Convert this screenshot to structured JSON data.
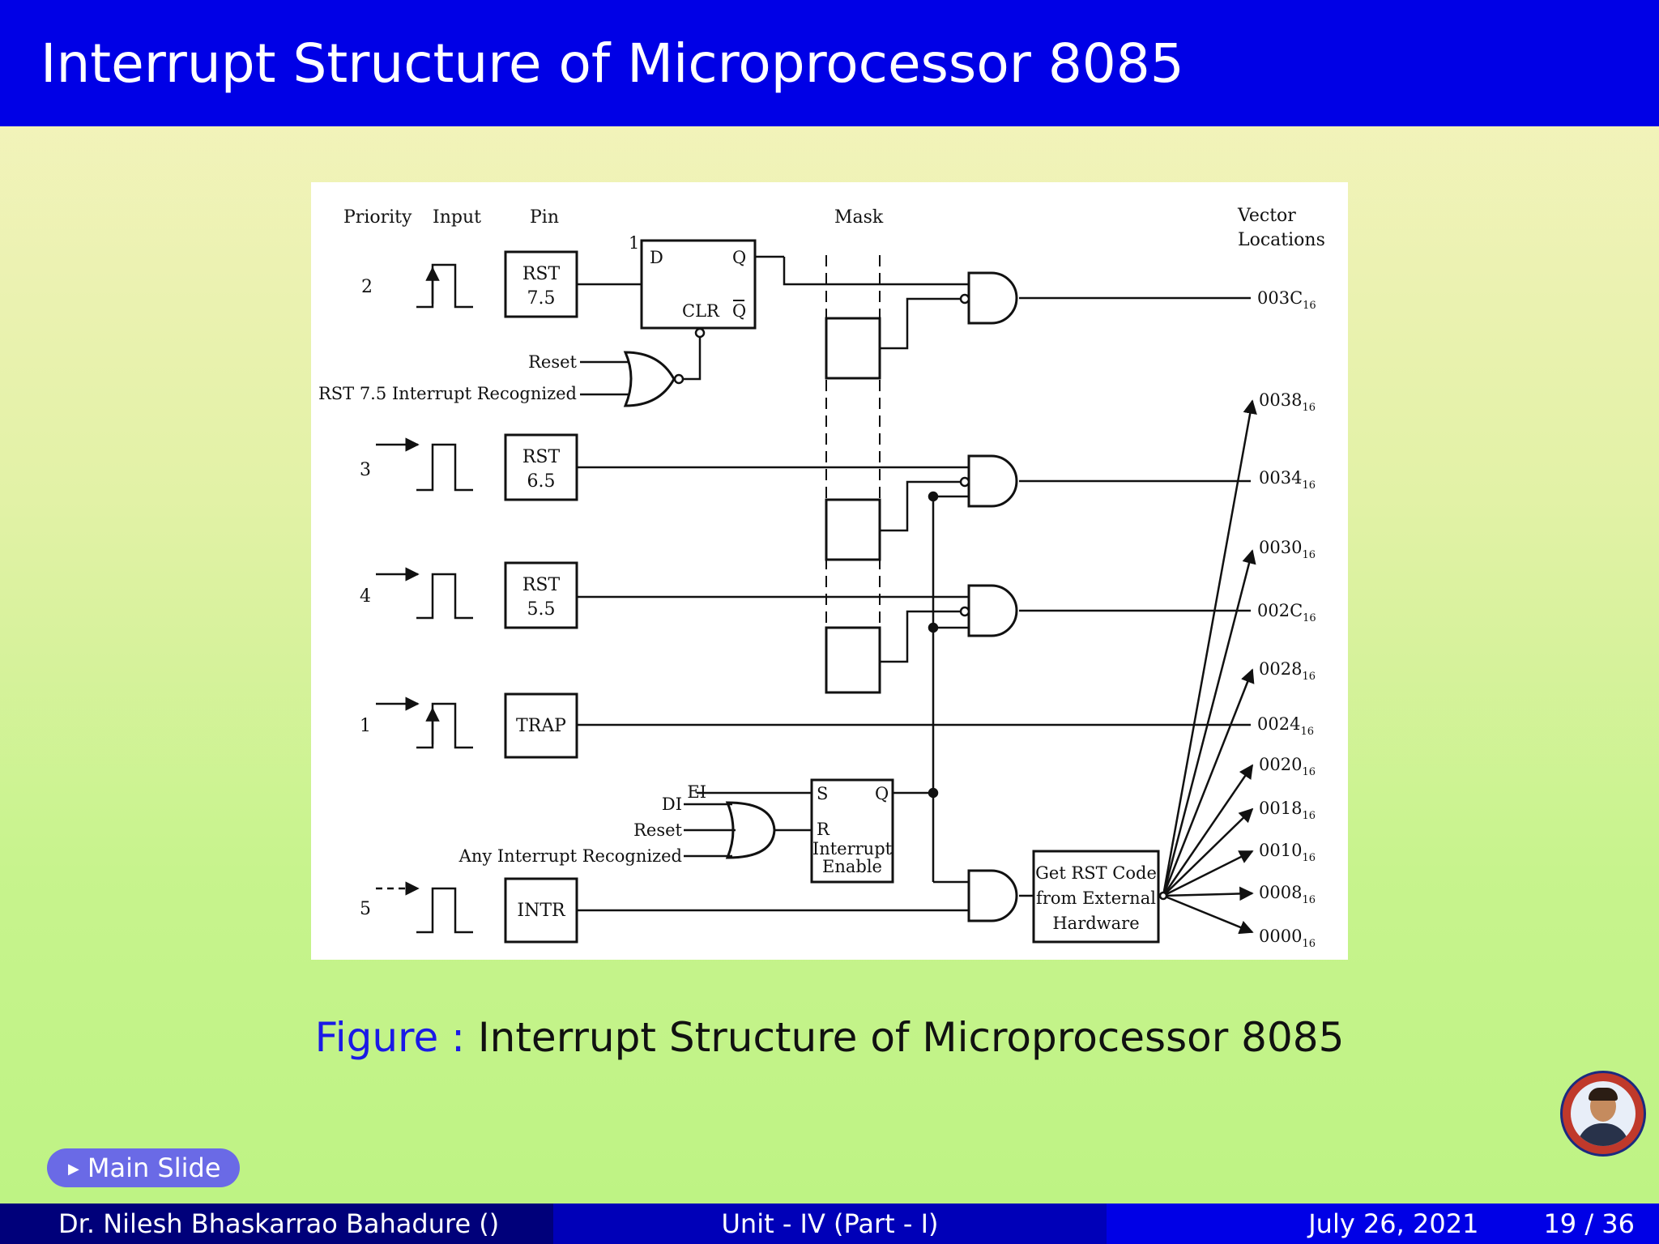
{
  "slide": {
    "title": "Interrupt Structure of Microprocessor 8085",
    "caption_label": "Figure :",
    "caption_text": "Interrupt Structure of Microprocessor 8085",
    "nav_button": "Main Slide"
  },
  "footer": {
    "author": "Dr. Nilesh Bhaskarrao Bahadure  ()",
    "section": "Unit - IV (Part - I)",
    "date": "July 26, 2021",
    "page": "19 / 36"
  },
  "diagram": {
    "headers": {
      "priority": "Priority",
      "input": "Input",
      "pin": "Pin",
      "mask": "Mask",
      "vector_1": "Vector",
      "vector_2": "Locations"
    },
    "rows": [
      {
        "priority": "2",
        "pin_1": "RST",
        "pin_2": "7.5"
      },
      {
        "priority": "3",
        "pin_1": "RST",
        "pin_2": "6.5"
      },
      {
        "priority": "4",
        "pin_1": "RST",
        "pin_2": "5.5"
      },
      {
        "priority": "1",
        "pin_1": "TRAP",
        "pin_2": ""
      },
      {
        "priority": "5",
        "pin_1": "INTR",
        "pin_2": ""
      }
    ],
    "flipflop": {
      "one": "1",
      "d": "D",
      "q": "Q",
      "clr": "CLR",
      "qbar": "Q"
    },
    "nor_inputs": {
      "reset": "Reset",
      "recognized": "RST 7.5 Interrupt Recognized"
    },
    "or_inputs": {
      "ei": "EI",
      "di": "DI",
      "reset": "Reset",
      "any": "Any Interrupt Recognized"
    },
    "sr_ff": {
      "s": "S",
      "q": "Q",
      "r": "R",
      "l1": "Interrupt",
      "l2": "Enable"
    },
    "rst_code": {
      "l1": "Get RST Code",
      "l2": "from External",
      "l3": "Hardware"
    },
    "vectors": [
      {
        "base": "003C",
        "sub": "16"
      },
      {
        "base": "0038",
        "sub": "16"
      },
      {
        "base": "0034",
        "sub": "16"
      },
      {
        "base": "0030",
        "sub": "16"
      },
      {
        "base": "002C",
        "sub": "16"
      },
      {
        "base": "0028",
        "sub": "16"
      },
      {
        "base": "0024",
        "sub": "16"
      },
      {
        "base": "0020",
        "sub": "16"
      },
      {
        "base": "0018",
        "sub": "16"
      },
      {
        "base": "0010",
        "sub": "16"
      },
      {
        "base": "0008",
        "sub": "16"
      },
      {
        "base": "0000",
        "sub": "16"
      }
    ]
  }
}
